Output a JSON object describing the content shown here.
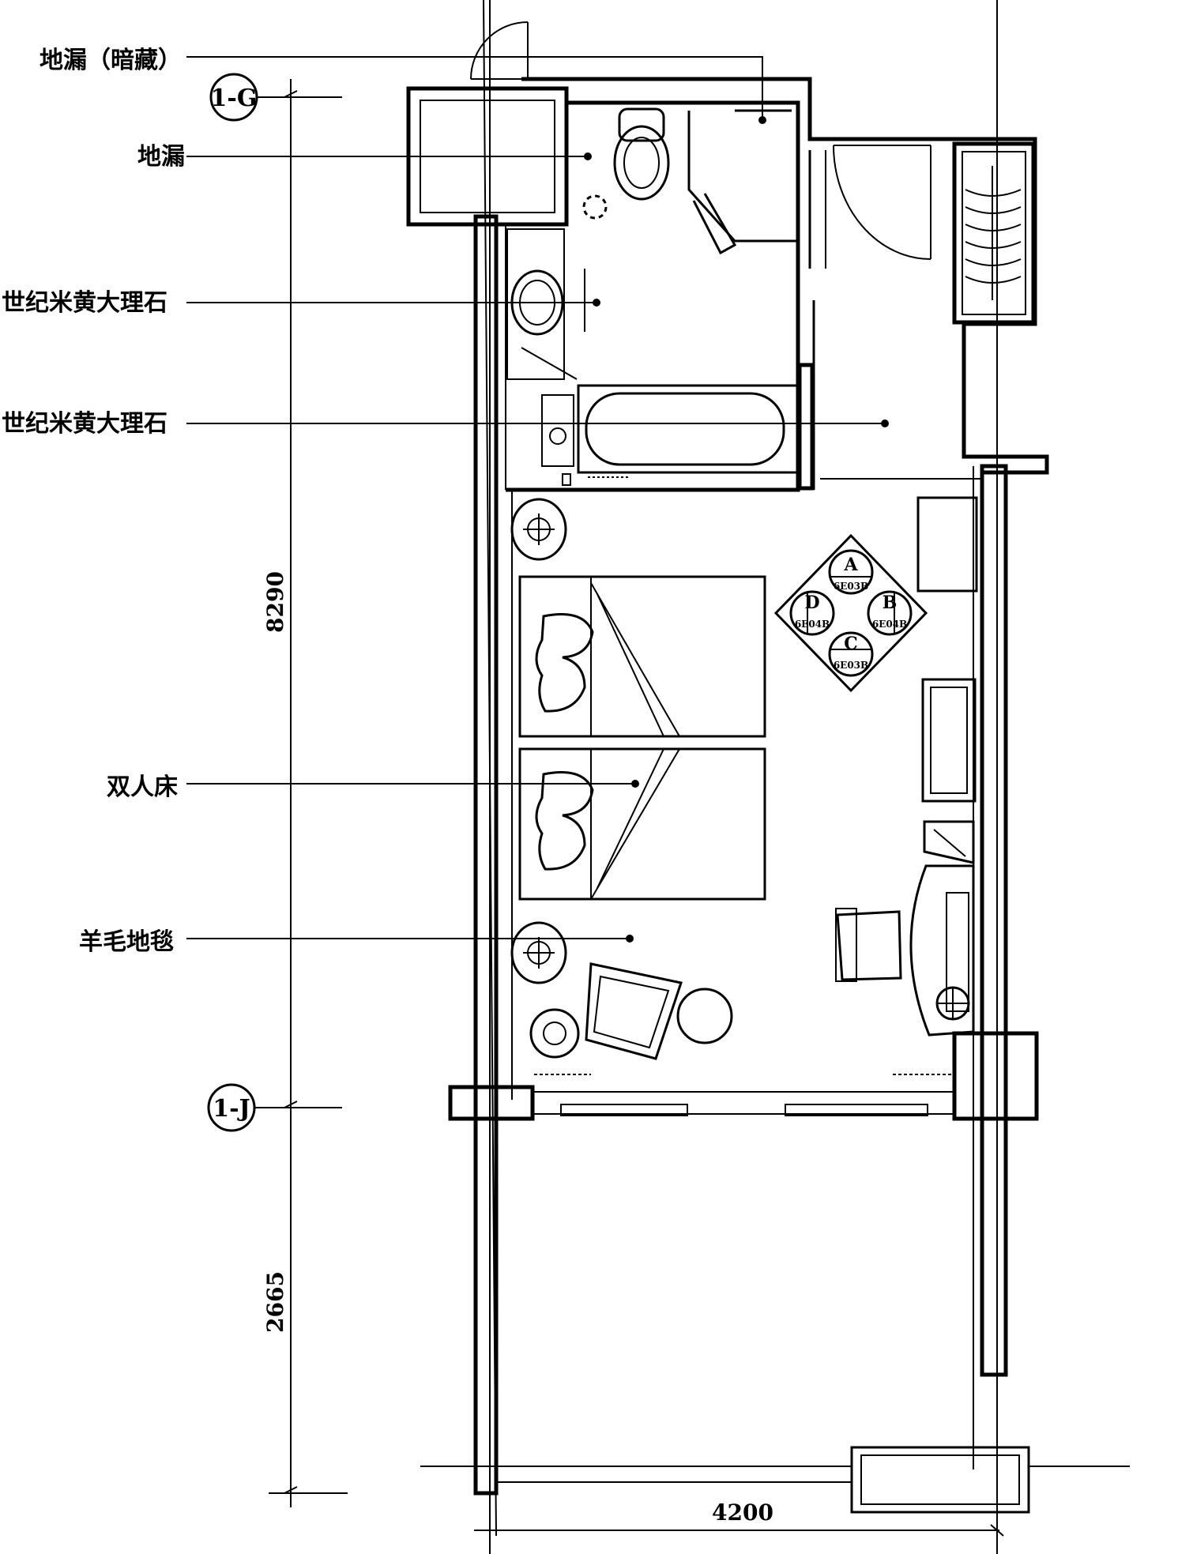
{
  "labels": {
    "floor_drain_hidden": "地漏（暗藏）",
    "floor_drain": "地漏",
    "marble_1": "世纪米黄大理石",
    "marble_2": "世纪米黄大理石",
    "double_bed": "双人床",
    "wool_carpet": "羊毛地毯"
  },
  "axes": {
    "top": "1-G",
    "bottom": "1-J"
  },
  "dimensions": {
    "upper": "8290",
    "lower": "2665",
    "width": "4200"
  },
  "elevation_tag": {
    "a_letter": "A",
    "a_code": "6E03B",
    "b_letter": "B",
    "b_code": "6E04B",
    "c_letter": "C",
    "c_code": "6E03B",
    "d_letter": "D",
    "d_code": "6E04B"
  }
}
